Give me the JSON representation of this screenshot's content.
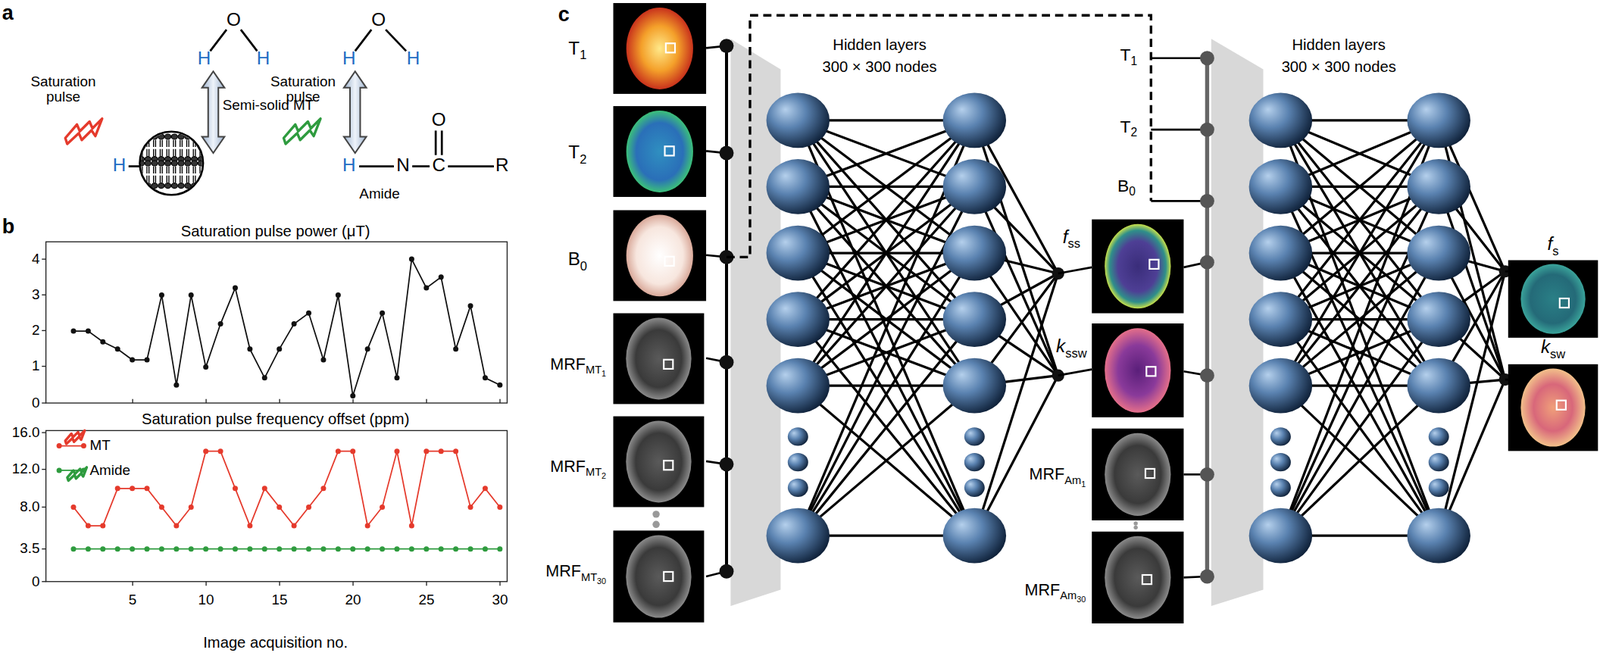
{
  "diagram": {
    "nodes": [
      {
        "text": [
          "T",
          "1"
        ]
      },
      {
        "text": [
          "T",
          "2"
        ]
      },
      {
        "text": [
          "B",
          "0"
        ]
      },
      {
        "text": [
          "MRF",
          "MT",
          "1"
        ]
      },
      {
        "text": [
          "MRF",
          "MT",
          "2"
        ]
      },
      {
        "text": [
          "MRF",
          "MT",
          "30"
        ]
      },
      {
        "text": [
          "f",
          "ss"
        ]
      },
      {
        "text": [
          "k",
          "ssw"
        ]
      },
      {
        "text": [
          "MRF",
          "Am",
          "1"
        ]
      },
      {
        "text": [
          "MRF",
          "Am",
          "30"
        ]
      },
      {
        "text": [
          "f",
          "s"
        ]
      },
      {
        "text": [
          "k",
          "sw"
        ]
      }
    ],
    "labels": [
      "a",
      "O",
      "H",
      "H",
      "Saturation pulse",
      "Semi-solid MT",
      "H",
      "O",
      "H",
      "H",
      "Saturation pulse",
      "H",
      "N",
      "C",
      "R",
      "O",
      "Amide",
      "b",
      "Saturation pulse power (μT)",
      "4",
      "3",
      "2",
      "1",
      "0",
      "Saturation pulse frequency offset (ppm)",
      "16.0",
      "12.0",
      "8.0",
      "3.5",
      "0",
      "5",
      "10",
      "15",
      "20",
      "25",
      "30",
      "Image acquisition no.",
      "c",
      "Hidden layers",
      "300 × 300 nodes",
      "Hidden layers",
      "300 × 300 nodes",
      "T",
      "1",
      "T",
      "2",
      "B",
      "0"
    ],
    "legend": [
      {
        "text": "MT"
      },
      {
        "text": "Amide"
      }
    ]
  }
}
